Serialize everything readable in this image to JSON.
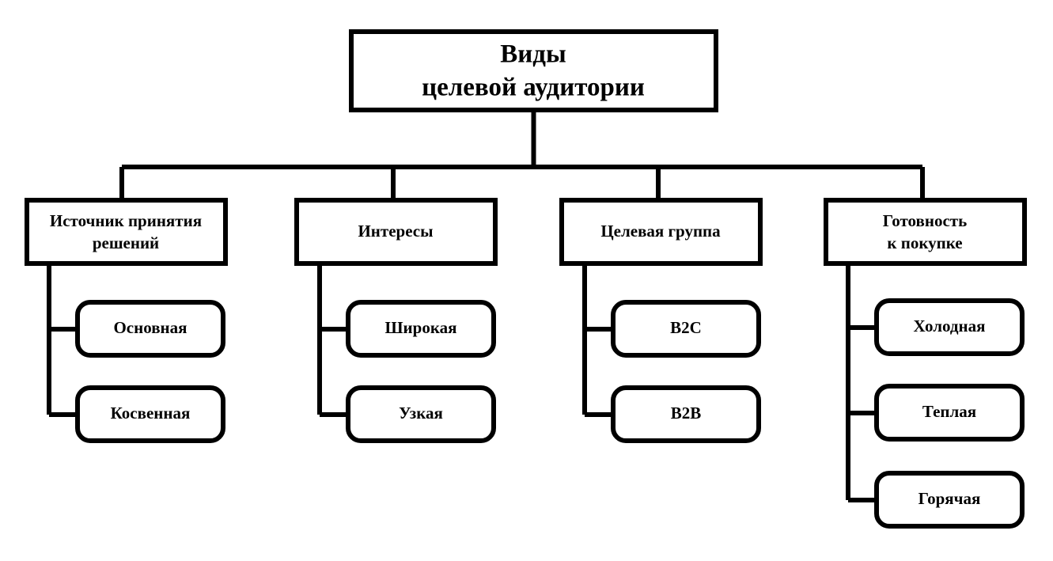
{
  "diagram": {
    "type": "hierarchy-tree",
    "title": "Виды целевой аудитории",
    "background_color": "#ffffff",
    "line_color": "#000000",
    "text_color": "#000000",
    "root": {
      "id": "root",
      "label_line1": "Виды",
      "label_line2": "целевой аудитории"
    },
    "branches": [
      {
        "id": "branch-1",
        "label_line1": "Источник принятия",
        "label_line2": "решений",
        "children": [
          {
            "id": "leaf-1-1",
            "label": "Основная"
          },
          {
            "id": "leaf-1-2",
            "label": "Косвенная"
          }
        ]
      },
      {
        "id": "branch-2",
        "label_line1": "Интересы",
        "label_line2": "",
        "children": [
          {
            "id": "leaf-2-1",
            "label": "Широкая"
          },
          {
            "id": "leaf-2-2",
            "label": "Узкая"
          }
        ]
      },
      {
        "id": "branch-3",
        "label_line1": "Целевая группа",
        "label_line2": "",
        "children": [
          {
            "id": "leaf-3-1",
            "label": "B2C"
          },
          {
            "id": "leaf-3-2",
            "label": "B2B"
          }
        ]
      },
      {
        "id": "branch-4",
        "label_line1": "Готовность",
        "label_line2": "к покупке",
        "children": [
          {
            "id": "leaf-4-1",
            "label": "Холодная"
          },
          {
            "id": "leaf-4-2",
            "label": "Теплая"
          },
          {
            "id": "leaf-4-3",
            "label": "Горячая"
          }
        ]
      }
    ]
  }
}
